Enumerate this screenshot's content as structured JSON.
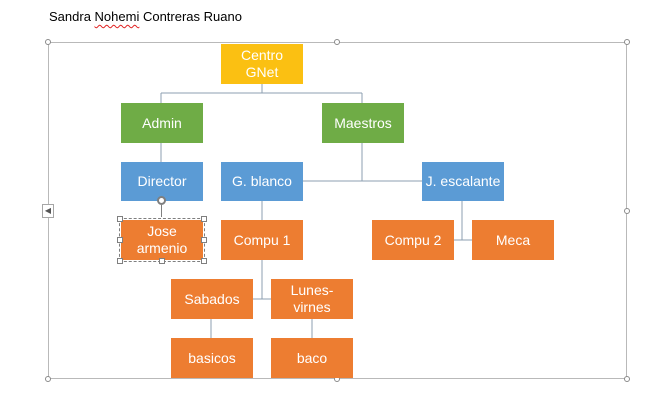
{
  "document": {
    "author_first": "Sandra ",
    "author_misspelled": "Nohemi",
    "author_rest": " Contreras Ruano"
  },
  "colors": {
    "yellow": "#fbc012",
    "green": "#6fac46",
    "blue": "#5b9bd5",
    "orange": "#ed7d31",
    "connector": "#8c9fb1"
  },
  "org_chart": {
    "root": "Centro GNet",
    "admin": "Admin",
    "maestros": "Maestros",
    "director": "Director",
    "g_blanco": "G. blanco",
    "j_escalante": "J. escalante",
    "jose_armenio": "Jose armenio",
    "compu1": "Compu 1",
    "compu2": "Compu 2",
    "meca": "Meca",
    "sabados": "Sabados",
    "lunes_virnes": "Lunes-virnes",
    "basicos": "basicos",
    "baco": "baco"
  }
}
